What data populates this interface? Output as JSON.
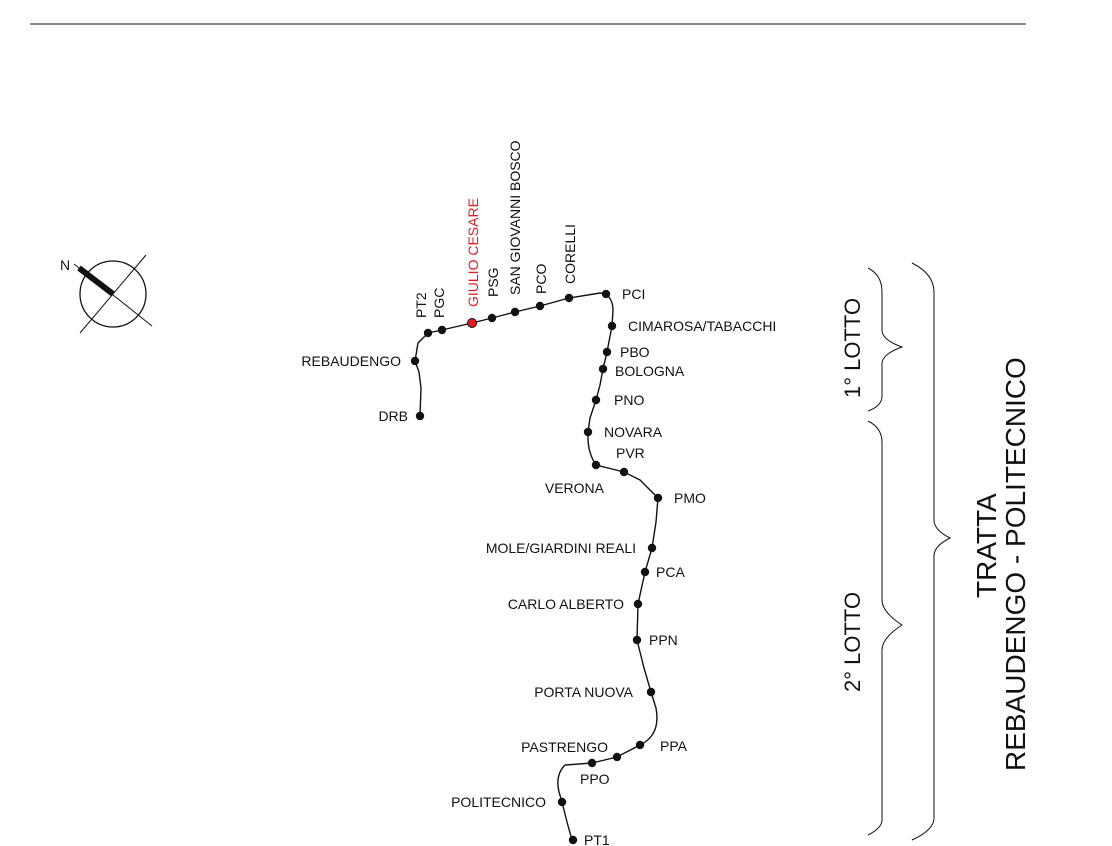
{
  "colors": {
    "line": "#111111",
    "highlight": "#e41e1e",
    "background": "#ffffff"
  },
  "compass": {
    "north_label": "N",
    "icon": "north-arrow-icon"
  },
  "stations": [
    {
      "id": "drb",
      "label": "DRB"
    },
    {
      "id": "rebaudengo",
      "label": "REBAUDENGO"
    },
    {
      "id": "pt2",
      "label": "PT2"
    },
    {
      "id": "pgc",
      "label": "PGC"
    },
    {
      "id": "giulio-cesare",
      "label": "GIULIO CESARE",
      "highlighted": true
    },
    {
      "id": "psg",
      "label": "PSG"
    },
    {
      "id": "san-giovanni-bosco",
      "label": "SAN GIOVANNI BOSCO"
    },
    {
      "id": "pco",
      "label": "PCO"
    },
    {
      "id": "corelli",
      "label": "CORELLI"
    },
    {
      "id": "pci",
      "label": "PCI"
    },
    {
      "id": "cimarosa-tabacchi",
      "label": "CIMAROSA/TABACCHI"
    },
    {
      "id": "pbo",
      "label": "PBO"
    },
    {
      "id": "bologna",
      "label": "BOLOGNA"
    },
    {
      "id": "pno",
      "label": "PNO"
    },
    {
      "id": "novara",
      "label": "NOVARA"
    },
    {
      "id": "pvr",
      "label": "PVR"
    },
    {
      "id": "verona",
      "label": "VERONA"
    },
    {
      "id": "pmo",
      "label": "PMO"
    },
    {
      "id": "mole-giardini-reali",
      "label": "MOLE/GIARDINI REALI"
    },
    {
      "id": "pca",
      "label": "PCA"
    },
    {
      "id": "carlo-alberto",
      "label": "CARLO ALBERTO"
    },
    {
      "id": "ppn",
      "label": "PPN"
    },
    {
      "id": "porta-nuova",
      "label": "PORTA NUOVA"
    },
    {
      "id": "pastrengo",
      "label": "PASTRENGO"
    },
    {
      "id": "ppa",
      "label": "PPA"
    },
    {
      "id": "ppo",
      "label": "PPO"
    },
    {
      "id": "politecnico",
      "label": "POLITECNICO"
    },
    {
      "id": "pt1",
      "label": "PT1"
    }
  ],
  "sections": {
    "lotto1": "1° LOTTO",
    "lotto2": "2° LOTTO",
    "tratta_line1": "TRATTA",
    "tratta_line2": "REBAUDENGO - POLITECNICO"
  }
}
